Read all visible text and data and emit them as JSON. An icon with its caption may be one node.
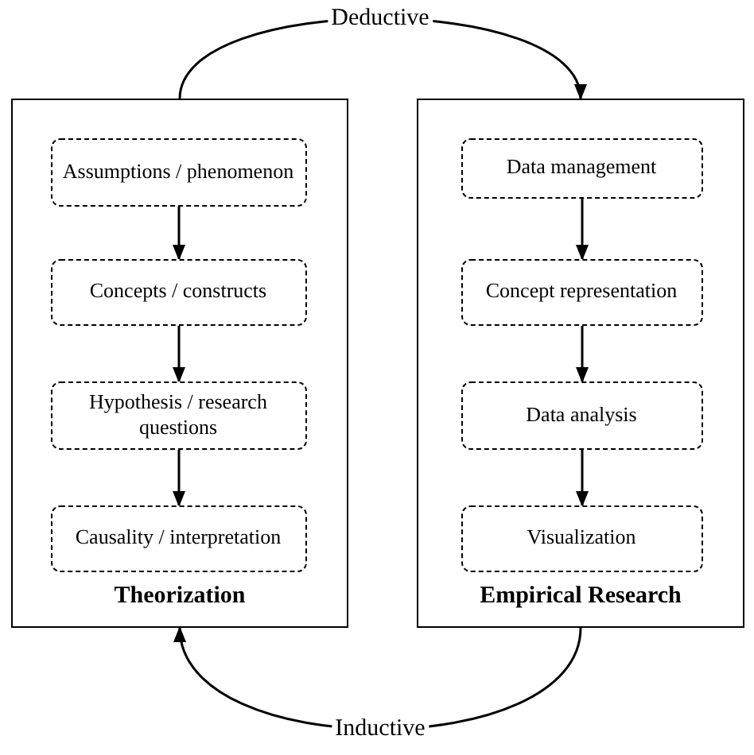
{
  "diagram": {
    "nodes": [
      {
        "text": [
          "Theorization"
        ]
      },
      {
        "text": [
          "Assumptions / phenomenon"
        ],
        "in": 0
      },
      {
        "text": [
          "Concepts / constructs"
        ],
        "in": 0
      },
      {
        "text": [
          "Hypothesis / research questions"
        ],
        "in": 0
      },
      {
        "text": [
          "Causality / interpretation"
        ],
        "in": 0
      },
      {
        "text": [
          "Empirical Research"
        ]
      },
      {
        "text": [
          "Data management"
        ],
        "in": 5
      },
      {
        "text": [
          "Concept representation"
        ],
        "in": 5
      },
      {
        "text": [
          "Data analysis"
        ],
        "in": 5
      },
      {
        "text": [
          "Visualization"
        ],
        "in": 5
      }
    ],
    "edges": [
      {
        "from": 1,
        "to": 2,
        "arrow": "to"
      },
      {
        "from": 2,
        "to": 3,
        "arrow": "to"
      },
      {
        "from": 3,
        "to": 4,
        "arrow": "to"
      },
      {
        "from": 6,
        "to": 7,
        "arrow": "to"
      },
      {
        "from": 7,
        "to": 8,
        "arrow": "to"
      },
      {
        "from": 8,
        "to": 9,
        "arrow": "to"
      },
      {
        "from": 0,
        "to": 5,
        "arrow": "to",
        "label": "Deductive"
      },
      {
        "from": 5,
        "to": 0,
        "arrow": "to",
        "label": "Inductive"
      }
    ]
  }
}
